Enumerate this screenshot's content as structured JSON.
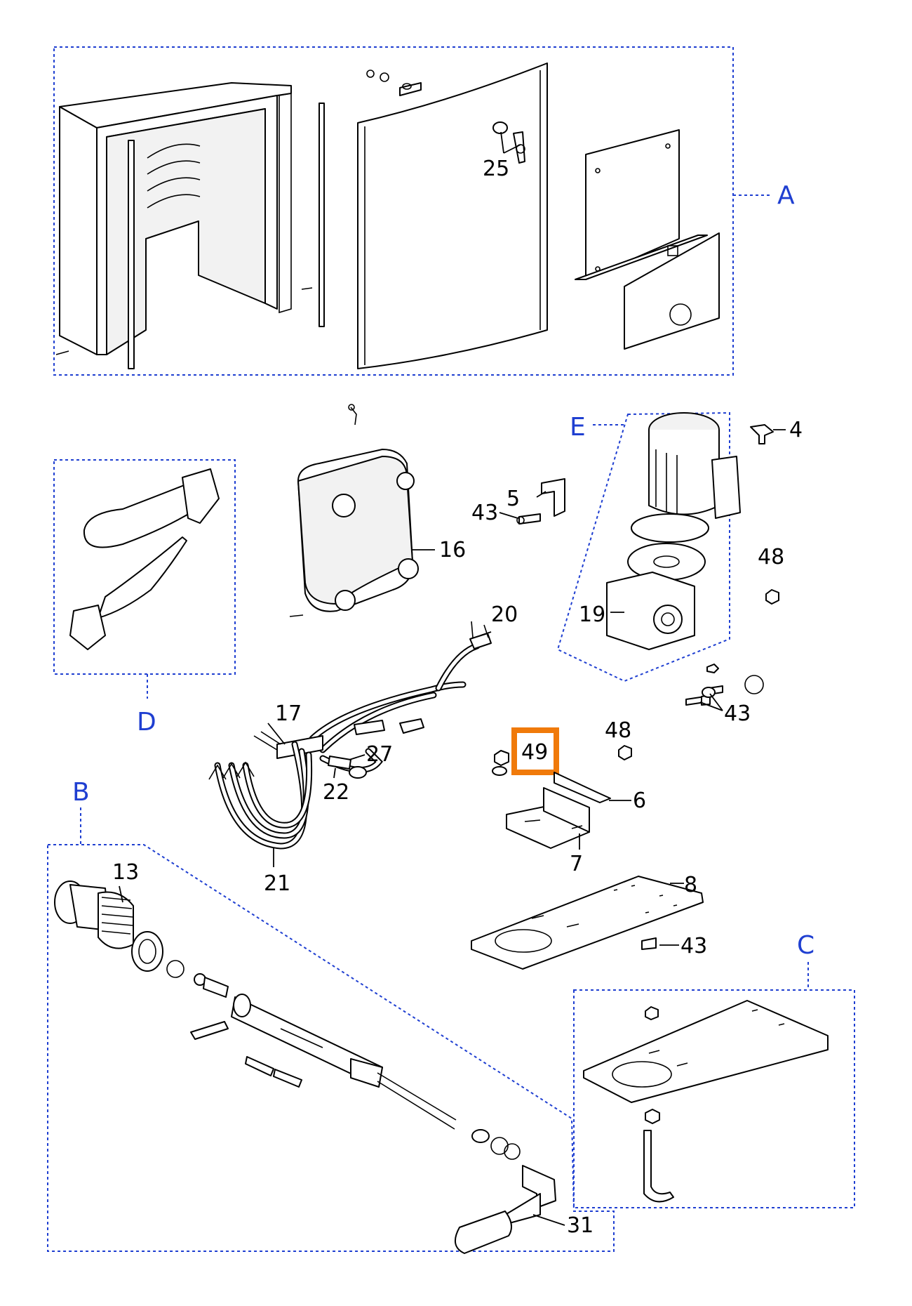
{
  "colors": {
    "group_outline": "#1f3fd1",
    "group_letter": "#1f3fd1",
    "highlight": "#f07a0a",
    "line": "#000000",
    "background": "#ffffff"
  },
  "groups": {
    "A": "A",
    "B": "B",
    "C": "C",
    "D": "D",
    "E": "E"
  },
  "parts": {
    "p4": "4",
    "p5": "5",
    "p6": "6",
    "p7": "7",
    "p8": "8",
    "p13": "13",
    "p16": "16",
    "p17": "17",
    "p19": "19",
    "p20": "20",
    "p21": "21",
    "p22": "22",
    "p25": "25",
    "p27": "27",
    "p31": "31",
    "p43a": "43",
    "p43b": "43",
    "p43c": "43",
    "p48a": "48",
    "p48b": "48",
    "p49": "49"
  },
  "highlighted_part": "49"
}
